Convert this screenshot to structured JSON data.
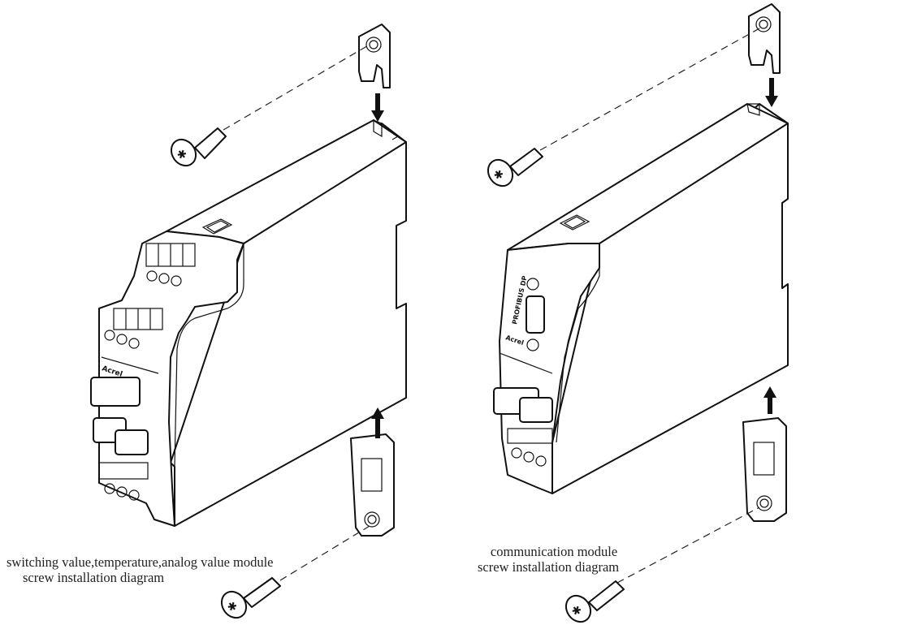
{
  "captions": {
    "left": {
      "line1": "switching value,temperature,analog value module",
      "line2": "screw installation diagram"
    },
    "right": {
      "line1": "communication module",
      "line2": "screw installation diagram"
    }
  },
  "device_labels": {
    "brand": "Acrel",
    "bus": "PROFIBUS DP"
  },
  "icons": [
    "screw-icon",
    "mounting-clip-icon",
    "arrow-down-icon",
    "arrow-up-icon"
  ]
}
